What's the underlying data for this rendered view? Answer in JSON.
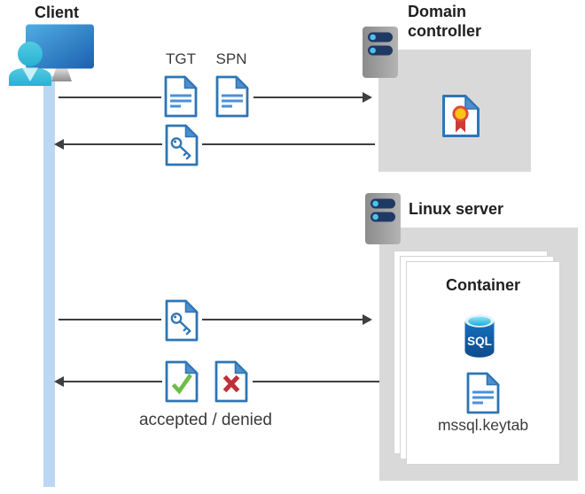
{
  "diagram": {
    "client": {
      "label": "Client"
    },
    "domain_controller": {
      "label": "Domain controller"
    },
    "linux_server": {
      "label": "Linux server"
    },
    "container": {
      "label": "Container",
      "sql_text": "SQL",
      "keytab_label": "mssql.keytab"
    },
    "flows": [
      {
        "from": "Client",
        "to": "Domain controller",
        "direction": "right",
        "items": [
          "TGT",
          "SPN"
        ]
      },
      {
        "from": "Domain controller",
        "to": "Client",
        "direction": "left",
        "items": [
          "key-document"
        ]
      },
      {
        "from": "Client",
        "to": "Linux server",
        "direction": "right",
        "items": [
          "key-document"
        ]
      },
      {
        "from": "Linux server",
        "to": "Client",
        "direction": "left",
        "items": [
          "accepted-document",
          "denied-document"
        ],
        "caption": "accepted / denied"
      }
    ],
    "icons": {
      "client": "client-workstation-icon",
      "server": "server-icon",
      "certificate": "certificate-document-icon",
      "ticket": "document-text-icon",
      "key": "document-key-icon",
      "accepted": "document-check-icon",
      "denied": "document-x-icon",
      "sql": "sql-database-icon",
      "keytab": "document-text-icon"
    },
    "colors": {
      "doc_border": "#2E75B5",
      "doc_fold": "#4E8ECB",
      "doc_lines": "#4A90D9",
      "check_green": "#6ABD45",
      "cross_red": "#BE3138",
      "arrow": "#3F3F3F",
      "lifeline": "#BCD7F2",
      "panel_gray": "#D9D9D9",
      "server_pill": "#203864",
      "server_dot": "#49C3E9",
      "sql_body": "#1261AE",
      "sql_top": "#36C4EA",
      "cert_ribbon": "#CE3A36",
      "cert_seal": "#FFC317",
      "person_cyan": "#38BFDD",
      "monitor_blue": "#2E75C8"
    }
  }
}
